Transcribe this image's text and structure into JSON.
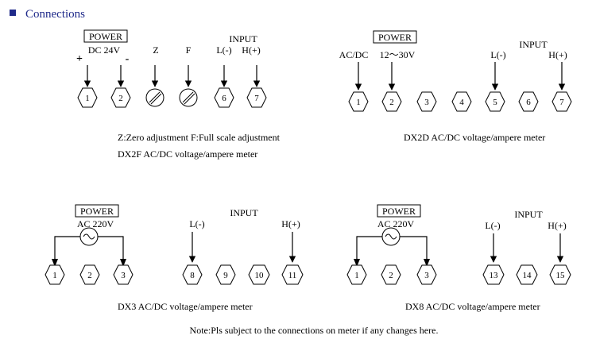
{
  "header": {
    "title": "Connections",
    "bullet_color": "#1f2a8a",
    "title_color": "#1f2a8a"
  },
  "diagrams": {
    "dx2f": {
      "power_label": "POWER",
      "dc_label": "DC 24V",
      "plus": "+",
      "minus": "-",
      "z_label": "Z",
      "f_label": "F",
      "input_label": "INPUT",
      "l_label": "L(-)",
      "h_label": "H(+)",
      "terminals": [
        "1",
        "2",
        "6",
        "7"
      ],
      "note": "Z:Zero adjustment  F:Full scale adjustment",
      "caption": "DX2F AC/DC voltage/ampere meter"
    },
    "dx2d": {
      "power_label": "POWER",
      "acdc_label": "AC/DC",
      "voltage_range": "12～30V",
      "input_label": "INPUT",
      "l_label": "L(-)",
      "h_label": "H(+)",
      "terminals": [
        "1",
        "2",
        "3",
        "4",
        "5",
        "6",
        "7"
      ],
      "caption": "DX2D AC/DC voltage/ampere meter"
    },
    "dx3": {
      "power_label": "POWER",
      "ac_label": "AC 220V",
      "input_label": "INPUT",
      "l_label": "L(-)",
      "h_label": "H(+)",
      "terminals": [
        "1",
        "2",
        "3",
        "8",
        "9",
        "10",
        "11"
      ],
      "caption": "DX3 AC/DC voltage/ampere meter"
    },
    "dx8": {
      "power_label": "POWER",
      "ac_label": "AC 220V",
      "input_label": "INPUT",
      "l_label": "L(-)",
      "h_label": "H(+)",
      "terminals": [
        "1",
        "2",
        "3",
        "13",
        "14",
        "15"
      ],
      "caption": "DX8 AC/DC voltage/ampere meter"
    }
  },
  "footer": {
    "note": "Note:Pls subject to the connections on meter if any changes here."
  }
}
